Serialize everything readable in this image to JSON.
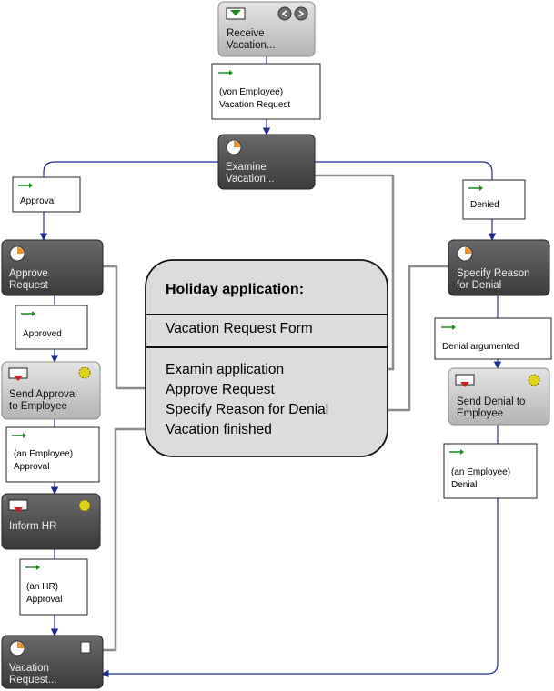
{
  "tasks": {
    "receive": {
      "line1": "Receive",
      "line2": "Vacation..."
    },
    "examine": {
      "line1": "Examine",
      "line2": "Vacation..."
    },
    "approve": {
      "line1": "Approve",
      "line2": "Request"
    },
    "specify_reason": {
      "line1": "Specify Reason",
      "line2": "for Denial"
    },
    "send_approval": {
      "line1": "Send Approval",
      "line2": "to Employee"
    },
    "send_denial": {
      "line1": "Send Denial to",
      "line2": "Employee"
    },
    "inform_hr": {
      "line1": "Inform HR"
    },
    "vacation_request": {
      "line1": "Vacation",
      "line2": "Request..."
    }
  },
  "documents": {
    "von_employee": {
      "line1": "(von  Employee)",
      "line2": "Vacation Request"
    },
    "approval_branch": {
      "line1": "Approval"
    },
    "denied_branch": {
      "line1": "Denied"
    },
    "approved": {
      "line1": "Approved"
    },
    "denial_argumented": {
      "line1": "Denial argumented"
    },
    "an_employee_approval": {
      "line1": "(an  Employee)",
      "line2": "Approval"
    },
    "an_employee_denial": {
      "line1": "(an  Employee)",
      "line2": "Denial"
    },
    "an_hr_approval": {
      "line1": "(an  HR)",
      "line2": "Approval"
    }
  },
  "info_box": {
    "title": "Holiday application:",
    "form": "Vacation Request Form",
    "steps": [
      "Examin application",
      "Approve Request",
      "Specify Reason for Denial",
      "Vacation finished"
    ]
  },
  "colors": {
    "flow_line": "#1f2a8c",
    "callout_line": "#8c8c8c",
    "dark_task": "#4a4a4a",
    "light_task": "#c8c8c8",
    "doc_arrow": "#1a8a1a",
    "info_fill": "#dcdcdc"
  }
}
